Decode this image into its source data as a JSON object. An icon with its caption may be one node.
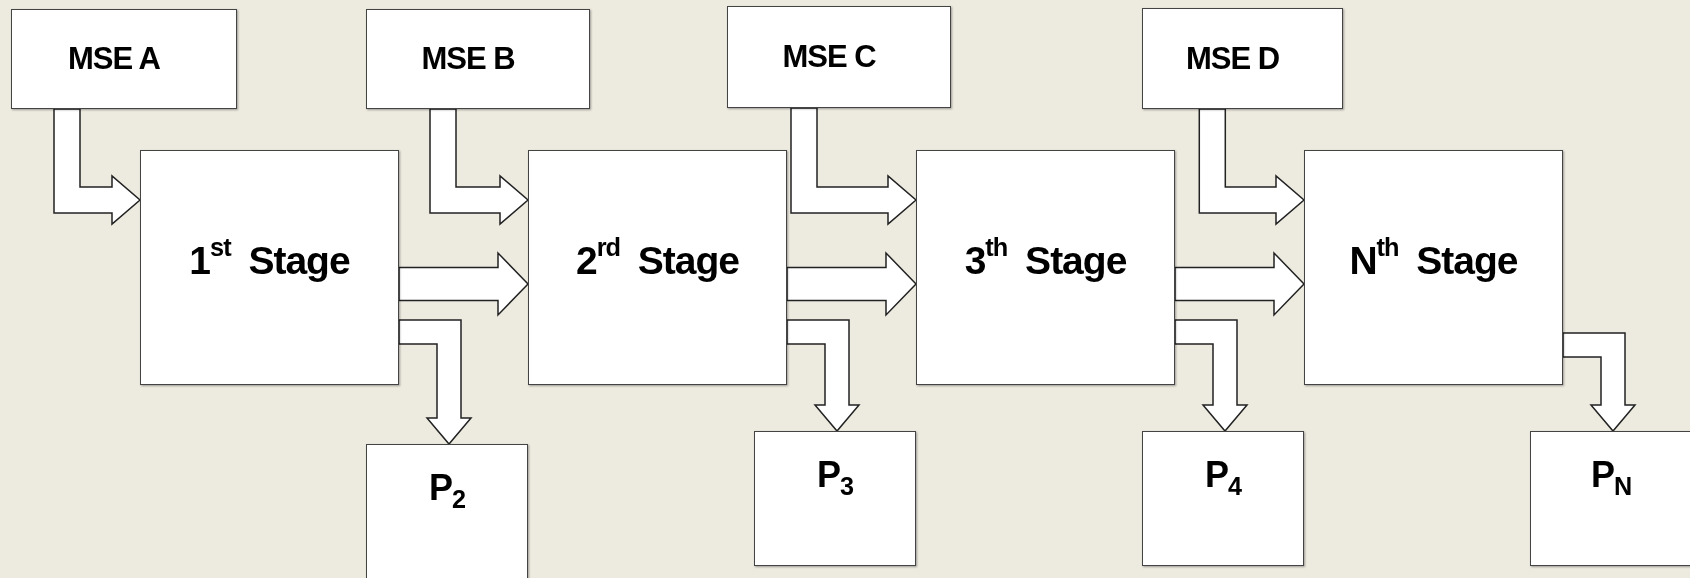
{
  "diagram": {
    "nodes": [
      {
        "text": [
          "MSE A"
        ]
      },
      {
        "text": [
          "MSE B"
        ]
      },
      {
        "text": [
          "MSE C"
        ]
      },
      {
        "text": [
          "MSE D"
        ]
      },
      {
        "text": [
          "1$^{st}$ Stage"
        ]
      },
      {
        "text": [
          "2$^{rd}$ Stage"
        ]
      },
      {
        "text": [
          "3$^{th}$ Stage"
        ]
      },
      {
        "text": [
          "N$^{th}$ Stage"
        ]
      },
      {
        "text": [
          "P$_{2}$"
        ]
      },
      {
        "text": [
          "P$_{3}$"
        ]
      },
      {
        "text": [
          "P$_{4}$"
        ]
      },
      {
        "text": [
          "P$_{N}$"
        ]
      }
    ],
    "edges": [
      {
        "from": 0,
        "to": 4,
        "arrow": "to"
      },
      {
        "from": 1,
        "to": 5,
        "arrow": "to"
      },
      {
        "from": 2,
        "to": 6,
        "arrow": "to"
      },
      {
        "from": 3,
        "to": 7,
        "arrow": "to"
      },
      {
        "from": 4,
        "to": 5,
        "arrow": "to"
      },
      {
        "from": 5,
        "to": 6,
        "arrow": "to"
      },
      {
        "from": 6,
        "to": 7,
        "arrow": "to"
      },
      {
        "from": 4,
        "to": 8,
        "arrow": "to"
      },
      {
        "from": 5,
        "to": 9,
        "arrow": "to"
      },
      {
        "from": 6,
        "to": 10,
        "arrow": "to"
      },
      {
        "from": 7,
        "to": 11,
        "arrow": "to"
      }
    ]
  }
}
